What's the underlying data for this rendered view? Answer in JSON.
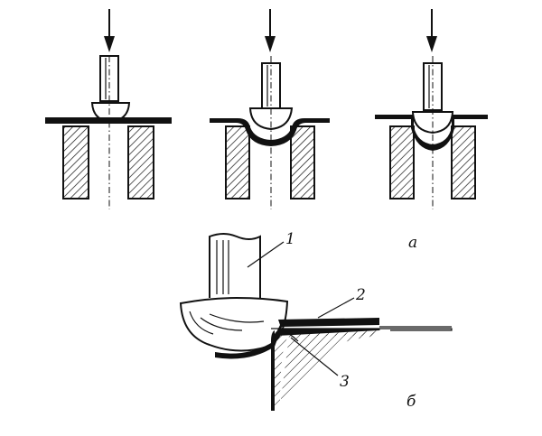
{
  "labels": {
    "panel_a": "a",
    "panel_b": "б",
    "part_1": "1",
    "part_2": "2",
    "part_3": "3"
  }
}
